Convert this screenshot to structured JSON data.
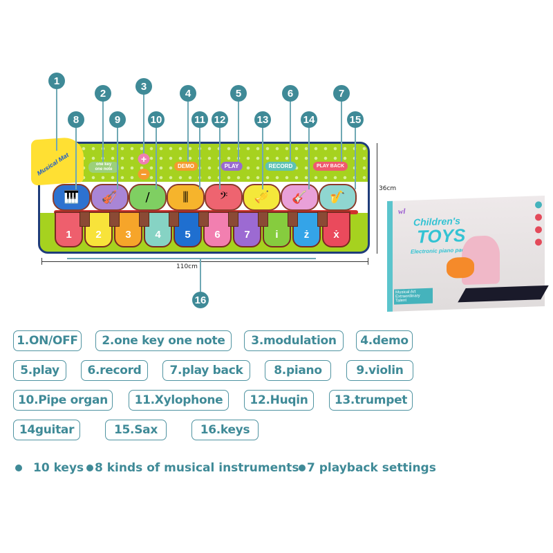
{
  "mat": {
    "power_pad_text": "Musical Mat",
    "labels": {
      "one_key": "one key one note",
      "plus": "+",
      "minus": "−",
      "demo": "DEMO",
      "play": "PLAY",
      "record": "RECORD",
      "playback": "PLAY BACK"
    },
    "instruments": [
      {
        "icon": "piano-icon",
        "glyph": "🎹"
      },
      {
        "icon": "violin-icon",
        "glyph": "🎻"
      },
      {
        "icon": "pipe-organ-icon",
        "glyph": "/"
      },
      {
        "icon": "xylophone-icon",
        "glyph": "⫼"
      },
      {
        "icon": "huqin-icon",
        "glyph": "𝄢"
      },
      {
        "icon": "trumpet-icon",
        "glyph": "🎺"
      },
      {
        "icon": "guitar-icon",
        "glyph": "🎸"
      },
      {
        "icon": "sax-icon",
        "glyph": "🎷"
      }
    ],
    "keys": [
      "1",
      "2",
      "3",
      "4",
      "5",
      "6",
      "7",
      "i",
      "ż",
      "ẋ"
    ],
    "width_label": "110cm",
    "height_label": "36cm"
  },
  "callouts": [
    "1",
    "2",
    "3",
    "4",
    "5",
    "6",
    "7",
    "8",
    "9",
    "10",
    "11",
    "12",
    "13",
    "14",
    "15",
    "16"
  ],
  "box": {
    "brand": "wl",
    "title1": "Children's",
    "title2": "TOYS",
    "subtitle": "Electronic piano pad",
    "side_text": "Musical Art Extraordinary Talent"
  },
  "legend": [
    "1.ON/OFF",
    "2.one key one note",
    "3.modulation",
    "4.demo",
    "5.play",
    "6.record",
    "7.play back",
    "8.piano",
    "9.violin",
    "10.Pipe organ",
    "11.Xylophone",
    "12.Huqin",
    "13.trumpet",
    "14guitar",
    "15.Sax",
    "16.keys"
  ],
  "features": [
    "10 keys",
    "8 kinds of musical instruments",
    "7 playback settings"
  ],
  "colors": {
    "accent": "#3f8a97",
    "mat_green": "#a6d21f",
    "mat_border": "#1f3c7a"
  }
}
